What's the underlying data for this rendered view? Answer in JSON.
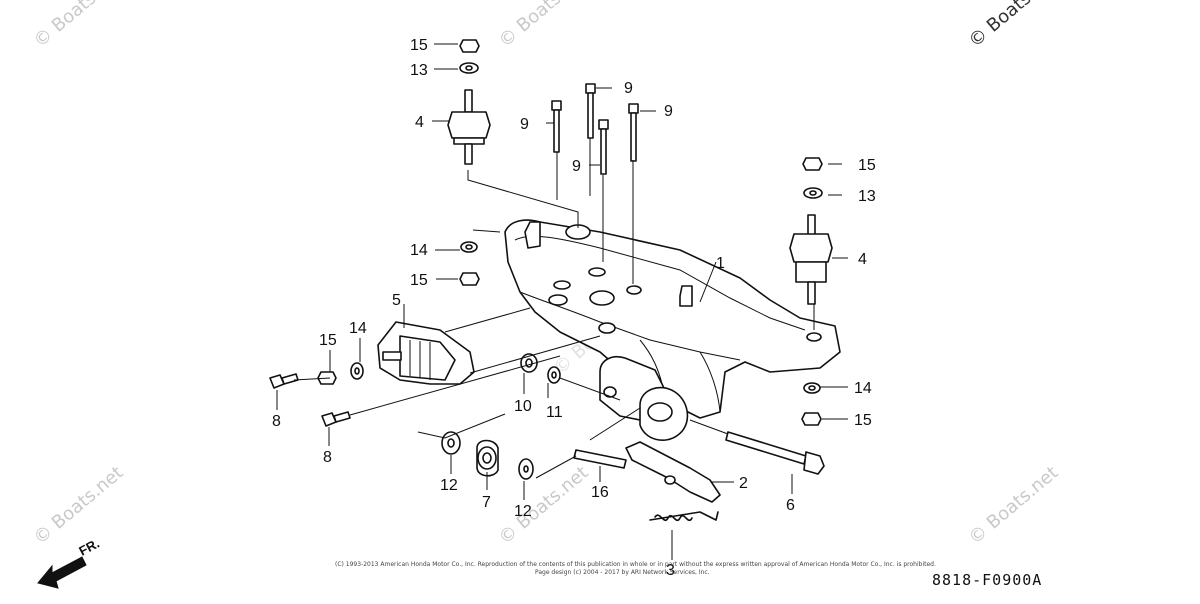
{
  "watermarks": [
    "© Boats.net",
    "© Boats.net",
    "© Boats",
    "© Boats.net",
    "© Boats.net",
    "© Boats.net",
    "© Boats.net"
  ],
  "callouts": [
    {
      "id": "c15a",
      "label": "15"
    },
    {
      "id": "c13a",
      "label": "13"
    },
    {
      "id": "c4a",
      "label": "4"
    },
    {
      "id": "c9a",
      "label": "9"
    },
    {
      "id": "c9b",
      "label": "9"
    },
    {
      "id": "c9c",
      "label": "9"
    },
    {
      "id": "c9d",
      "label": "9"
    },
    {
      "id": "c15b",
      "label": "15"
    },
    {
      "id": "c13b",
      "label": "13"
    },
    {
      "id": "c4b",
      "label": "4"
    },
    {
      "id": "c1",
      "label": "1"
    },
    {
      "id": "c14a",
      "label": "14"
    },
    {
      "id": "c15c",
      "label": "15"
    },
    {
      "id": "c5",
      "label": "5"
    },
    {
      "id": "c15d",
      "label": "15"
    },
    {
      "id": "c14b",
      "label": "14"
    },
    {
      "id": "c8a",
      "label": "8"
    },
    {
      "id": "c8b",
      "label": "8"
    },
    {
      "id": "c10",
      "label": "10"
    },
    {
      "id": "c11",
      "label": "11"
    },
    {
      "id": "c14c",
      "label": "14"
    },
    {
      "id": "c15e",
      "label": "15"
    },
    {
      "id": "c12a",
      "label": "12"
    },
    {
      "id": "c7",
      "label": "7"
    },
    {
      "id": "c12b",
      "label": "12"
    },
    {
      "id": "c16",
      "label": "16"
    },
    {
      "id": "c2",
      "label": "2"
    },
    {
      "id": "c6",
      "label": "6"
    },
    {
      "id": "c3",
      "label": "3"
    }
  ],
  "front_indicator": "FR.",
  "copyright_line1": "(C) 1993-2013 American Honda Motor Co., Inc. Reproduction of the contents of this publication in whole or in part without the express written approval of American Honda Motor Co., Inc. is prohibited.",
  "copyright_line2": "Page design (c) 2004 - 2017 by ARI Network Services, Inc.",
  "diagram_number": "8818-F0900A"
}
